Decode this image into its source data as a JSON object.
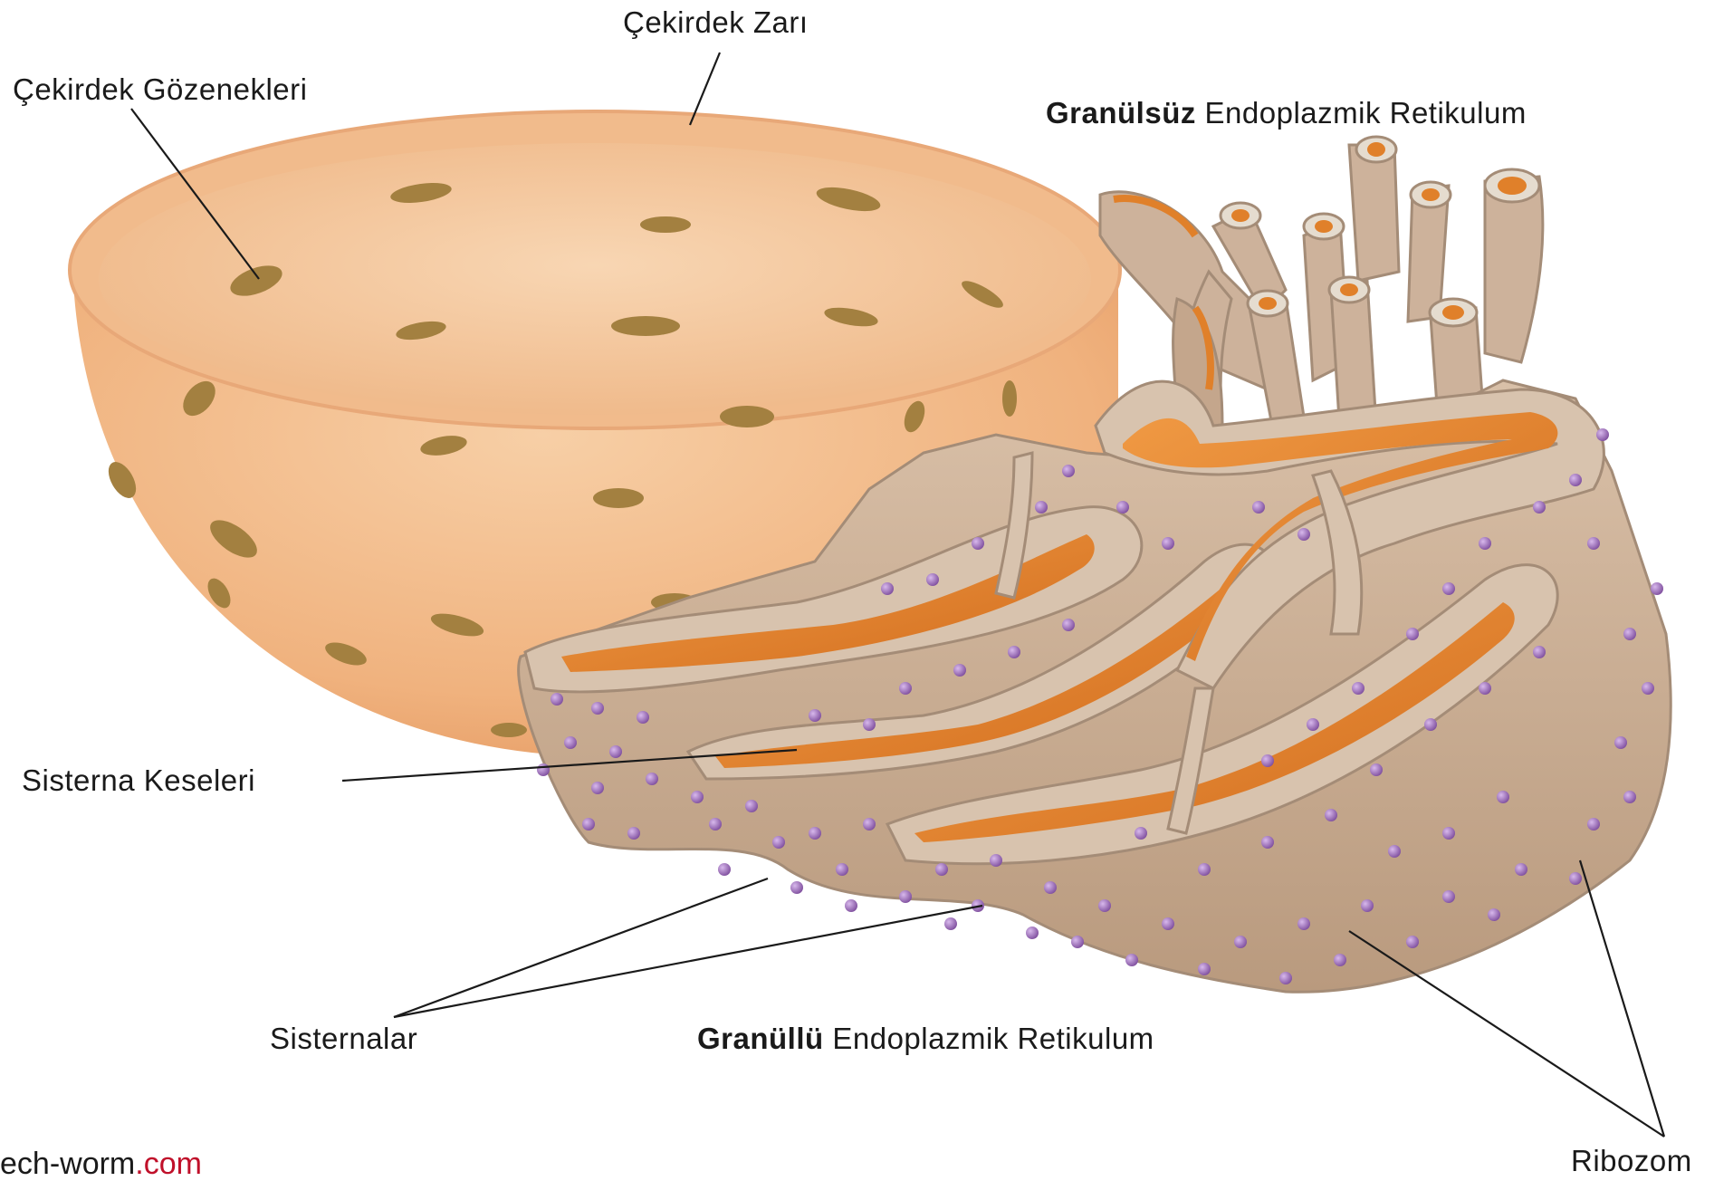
{
  "labels": {
    "nuclear_membrane": "Çekirdek Zarı",
    "nuclear_pores": "Çekirdek Gözenekleri",
    "smooth_er_bold": "Granülsüz",
    "smooth_er_rest": " Endoplazmik Retikulum",
    "cisternal_sacs": "Sisterna Keseleri",
    "cisternae": "Sisternalar",
    "rough_er_bold": "Granüllü",
    "rough_er_rest": " Endoplazmik Retikulum",
    "ribosomes": "Ribozom"
  },
  "watermark": {
    "main": "ech-worm",
    "tld": ".com"
  },
  "colors": {
    "nucleus_outer": "#f2b98a",
    "nucleus_inner": "#f7cfa8",
    "pore": "#a6813f",
    "er_membrane": "#c9ad94",
    "er_lumen": "#e0802a",
    "ribosome": "#9b6fb5",
    "leader": "#1a1a1a"
  }
}
